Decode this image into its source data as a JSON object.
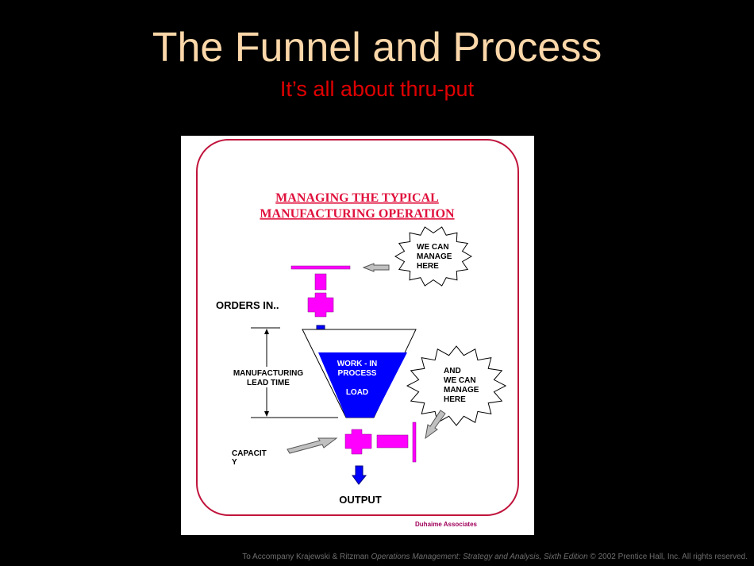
{
  "slide": {
    "title": "The Funnel and Process",
    "subtitle": "It’s all about thru-put"
  },
  "diagram": {
    "heading_line1": "MANAGING  THE  TYPICAL",
    "heading_line2": "MANUFACTURING OPERATION",
    "burst1": [
      "WE CAN",
      "MANAGE",
      "HERE"
    ],
    "burst2": [
      "AND",
      "WE  CAN",
      "MANAGE",
      "HERE"
    ],
    "orders_in": "ORDERS  IN..",
    "lead_time": [
      "MANUFACTURING",
      "LEAD  TIME"
    ],
    "wip": [
      "WORK - IN",
      "PROCESS",
      "LOAD"
    ],
    "capacity": [
      "CAPACIT",
      "Y"
    ],
    "output": "OUTPUT",
    "credit": "Duhaime Associates"
  },
  "footer": {
    "pre": "To Accompany Krajewski & Ritzman ",
    "italic": "Operations Management: Strategy and Analysis, Sixth Edition",
    "post": " © 2002 Prentice Hall, Inc. All rights reserved."
  },
  "colors": {
    "magenta": "#ff00ff",
    "blue": "#0000ff",
    "border": "#c0143c"
  }
}
